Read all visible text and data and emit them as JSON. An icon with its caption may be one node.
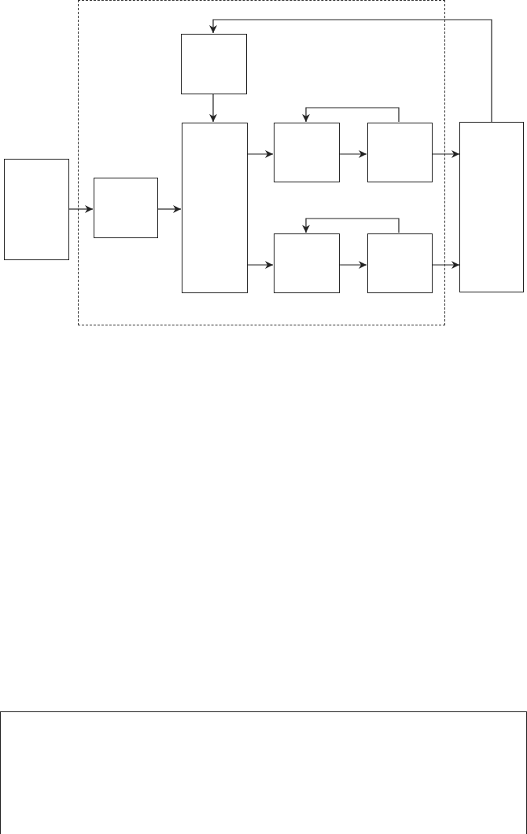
{
  "diagram": {
    "nodes": [
      {
        "text": [],
        "shape": "box"
      },
      {
        "text": [],
        "shape": "box"
      },
      {
        "text": [],
        "shape": "box",
        "in": 1
      },
      {
        "text": [],
        "shape": "box",
        "in": 1
      },
      {
        "text": [],
        "shape": "box",
        "in": 1
      },
      {
        "text": [],
        "shape": "box",
        "in": 1
      },
      {
        "text": [],
        "shape": "box",
        "in": 1
      },
      {
        "text": [],
        "shape": "box",
        "in": 1
      },
      {
        "text": [],
        "shape": "box",
        "in": 1
      },
      {
        "text": [],
        "shape": "box"
      },
      {
        "text": [],
        "shape": "box"
      }
    ],
    "edges": [
      {
        "from": 0,
        "to": 3,
        "arrow": "to"
      },
      {
        "from": 3,
        "to": 4,
        "arrow": "to"
      },
      {
        "from": 2,
        "to": 4,
        "arrow": "to"
      },
      {
        "from": 4,
        "to": 5,
        "arrow": "to"
      },
      {
        "from": 5,
        "to": 6,
        "arrow": "to"
      },
      {
        "from": 6,
        "to": 9,
        "arrow": "to"
      },
      {
        "from": 6,
        "to": 5,
        "arrow": "to"
      },
      {
        "from": 4,
        "to": 7,
        "arrow": "to"
      },
      {
        "from": 7,
        "to": 8,
        "arrow": "to"
      },
      {
        "from": 8,
        "to": 9,
        "arrow": "to"
      },
      {
        "from": 8,
        "to": 7,
        "arrow": "to"
      },
      {
        "from": 9,
        "to": 2,
        "arrow": "to"
      }
    ]
  }
}
